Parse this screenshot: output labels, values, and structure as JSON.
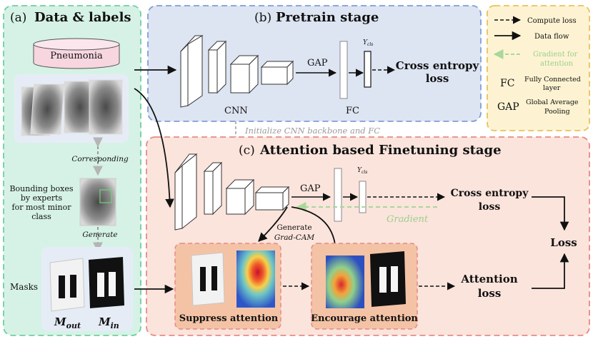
{
  "panel_a": {
    "title_prefix": "(a)",
    "title": "Data & labels",
    "db_label": "Pneumonia",
    "corresponding": "Corresponding",
    "bbox_text": [
      "Bounding boxes",
      "by experts",
      "for most minor",
      "class"
    ],
    "generate": "Generate",
    "masks_label": "Masks",
    "m_out": "M",
    "m_out_sub": "out",
    "m_in": "M",
    "m_in_sub": "in"
  },
  "panel_b": {
    "title_prefix": "(b)",
    "title": "Pretrain stage",
    "cnn": "CNN",
    "gap": "GAP",
    "fc": "FC",
    "ycls": "Y",
    "ycls_sub": "cls",
    "loss_line1": "Cross entropy",
    "loss_line2": "loss"
  },
  "init_text": "Initialize CNN backbone and FC",
  "panel_c": {
    "title_prefix": "(c)",
    "title": "Attention based Finetuning stage",
    "gap": "GAP",
    "ycls": "Y",
    "ycls_sub": "cls",
    "ce_line1": "Cross entropy",
    "ce_line2": "loss",
    "gradient": "Gradient",
    "generate_line1": "Generate",
    "generate_line2": "Grad-CAM",
    "loss": "Loss",
    "att_line1": "Attention",
    "att_line2": "loss",
    "suppress": "Suppress attention",
    "encourage": "Encourage attention"
  },
  "legend": {
    "compute_loss": "Compute loss",
    "data_flow": "Data flow",
    "gradient_line1": "Gradient for",
    "gradient_line2": "attention",
    "fc_abbr": "FC",
    "fc_line1": "Fully Connected",
    "fc_line2": "layer",
    "gap_abbr": "GAP",
    "gap_line1": "Global Average",
    "gap_line2": "Pooling"
  },
  "colors": {
    "panel_a_fill": "#d6f2e6",
    "panel_a_border": "#6fcf9f",
    "panel_b_fill": "#dde4f2",
    "panel_b_border": "#7f9fd6",
    "panel_c_fill": "#fbe4dc",
    "panel_c_border": "#e58a86",
    "legend_fill": "#fdf3d2",
    "legend_border": "#e8c35a",
    "gradient_green": "#a8d89a",
    "attention_box_fill": "#f4c3a6"
  }
}
